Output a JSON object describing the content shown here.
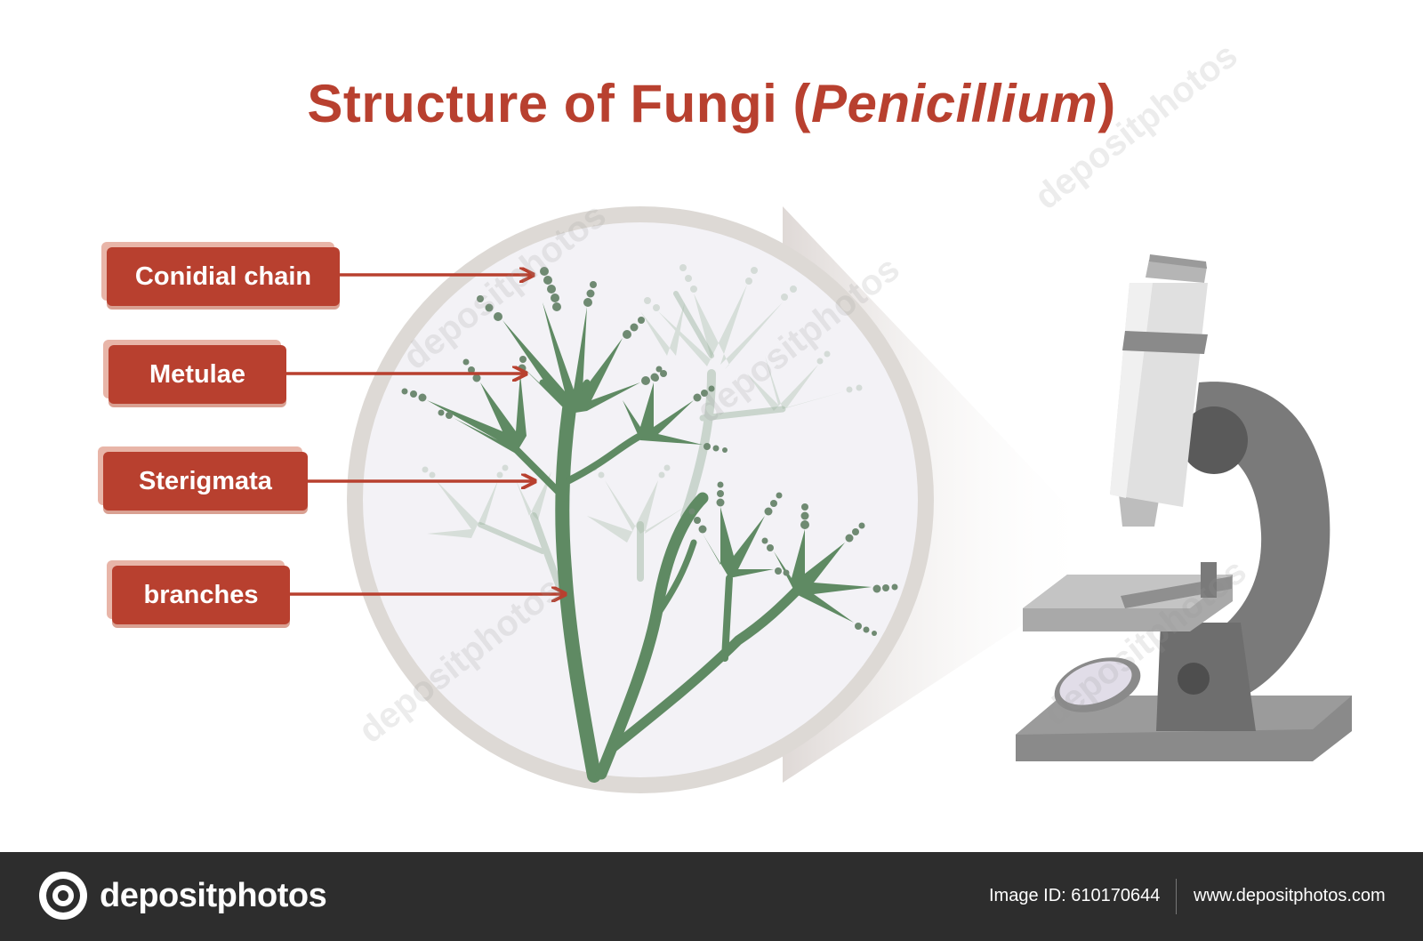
{
  "title": {
    "main": "Structure of Fungi (",
    "italic": "Penicillium",
    "close": ")"
  },
  "labels": [
    {
      "id": "conidial-chain",
      "text": "Conidial chain"
    },
    {
      "id": "metulae",
      "text": "Metulae"
    },
    {
      "id": "sterigmata",
      "text": "Sterigmata"
    },
    {
      "id": "branches",
      "text": "branches"
    }
  ],
  "colors": {
    "accent": "#b8402f",
    "hyphae": "#5f8a63",
    "conidia": "#6f8a72",
    "microscope": "#808080",
    "footer": "#2d2d2d"
  },
  "watermark": {
    "text": "depositphotos"
  },
  "footer": {
    "brand": "depositphotos",
    "image_id": "Image ID: 610170644",
    "url": "www.depositphotos.com"
  }
}
